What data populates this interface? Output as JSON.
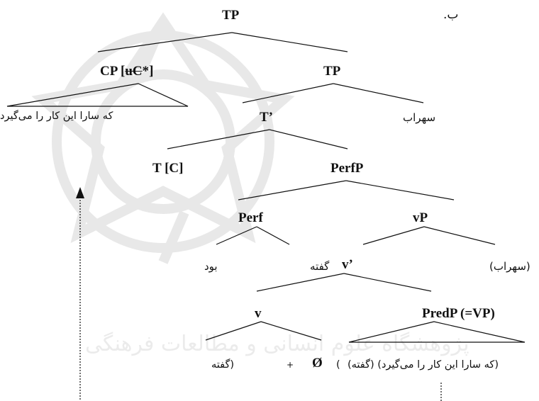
{
  "label_b": "ب.",
  "nodes": {
    "tp_root": "TP",
    "cp_prefix": "CP [",
    "cp_struck": "uC",
    "cp_suffix": "*]",
    "tp2": "TP",
    "t_bar": "T’",
    "t_c": "T [C]",
    "perfp": "PerfP",
    "perf": "Perf",
    "vp": "vP",
    "v_bar": "v’",
    "v": "v",
    "predp": "PredP (=VP)",
    "null": "Ø"
  },
  "words": {
    "cp_clause": "که سارا این کار را می‌گیرد",
    "sohrab": "سهراب",
    "bood": "بود",
    "gofte": "گفته",
    "sohrab_paren": "(سهراب)",
    "gofte_paren": "(گفته",
    "plus": "+",
    "close_paren": ")",
    "pred_clause": "(که سارا این کار را می‌گیرد) (گفته)"
  },
  "colors": {
    "ink": "#111111",
    "watermark": "#d6d6d6"
  }
}
